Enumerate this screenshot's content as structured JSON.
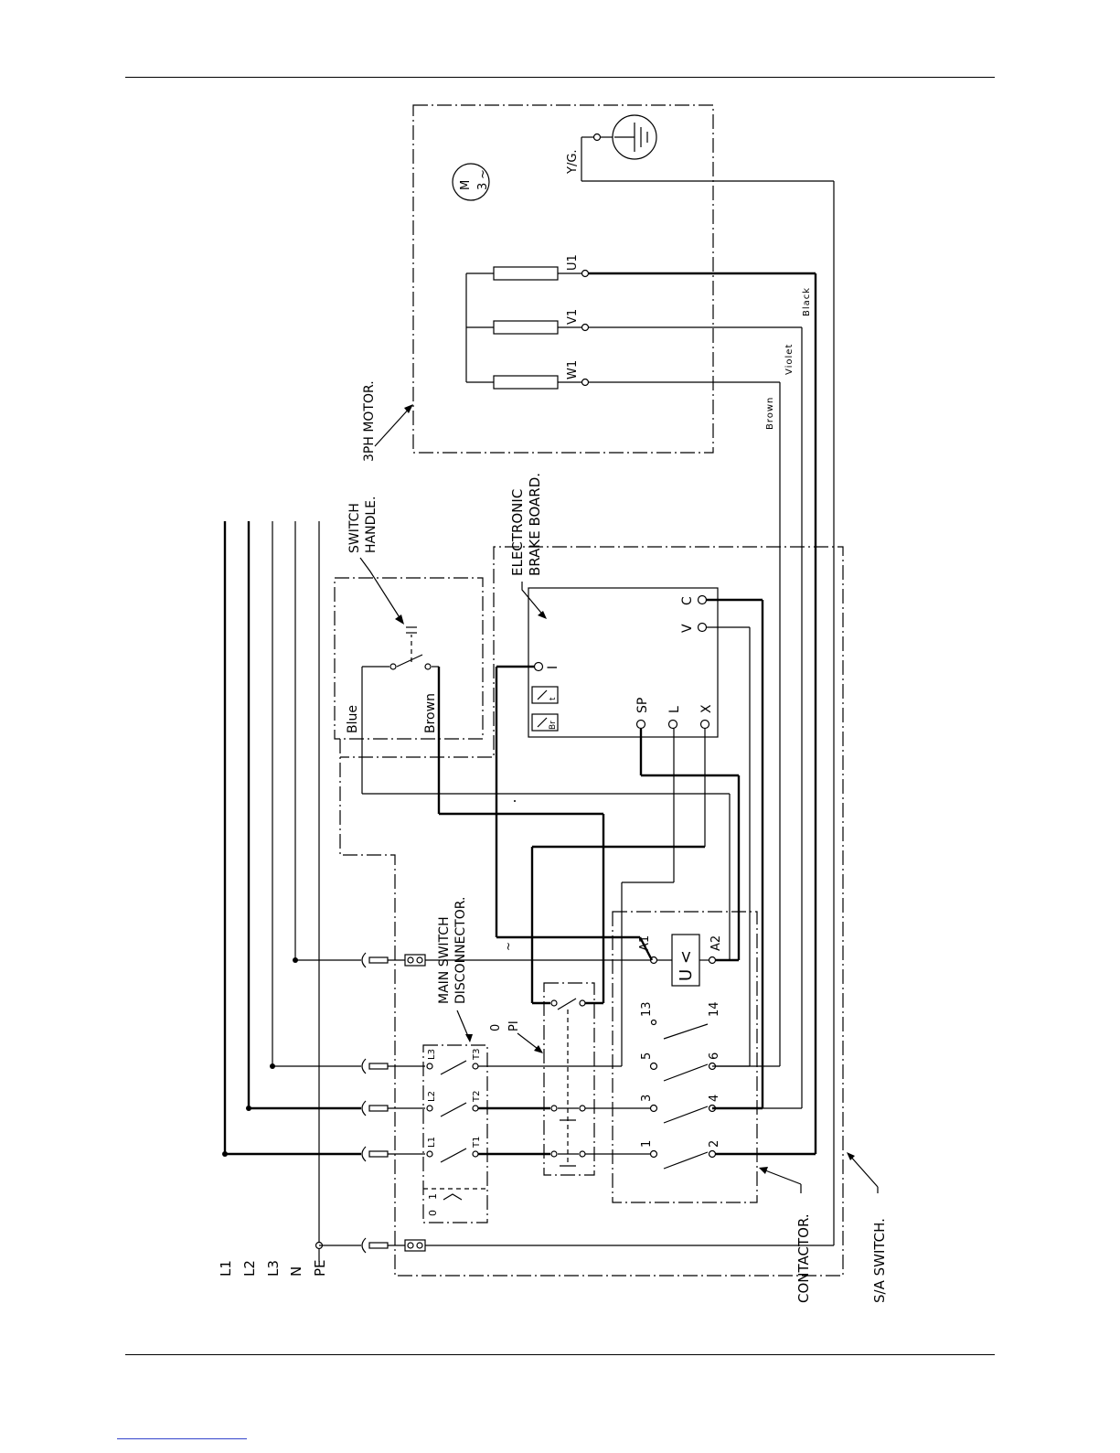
{
  "bus": [
    "L1",
    "L2",
    "L3",
    "N",
    "PE"
  ],
  "motor": {
    "title": "3PH MOTOR.",
    "symbol_m": "M",
    "symbol_3": "3",
    "ground_label": "Y/G.",
    "terminals": [
      "U1",
      "V1",
      "W1"
    ],
    "wire_colors": [
      "Black",
      "Violet",
      "Brown"
    ]
  },
  "switch_handle": {
    "title_line1": "SWITCH",
    "title_line2": "HANDLE.",
    "wires": [
      "Blue",
      "Brown"
    ]
  },
  "brake_board": {
    "title_line1": "ELECTRONIC",
    "title_line2": "BRAKE BOARD.",
    "terminals_top": [
      "C",
      "V"
    ],
    "terminal_i": "I",
    "terminals_bottom": [
      "SP",
      "L",
      "X"
    ],
    "icon_labels": [
      "t",
      "Br"
    ]
  },
  "main_switch": {
    "title_line1": "MAIN SWITCH",
    "title_line2": "DISCONNECTOR.",
    "positions": [
      "0",
      "1"
    ],
    "line_terminals": [
      "L1",
      "L2",
      "L3"
    ],
    "load_terminals": [
      "T1",
      "T2",
      "T3"
    ]
  },
  "pi_switch": {
    "label_top": "0",
    "label": "PI"
  },
  "contactor": {
    "title": "CONTACTOR.",
    "coil_label": "U <",
    "coil_terminals": [
      "A1",
      "A2"
    ],
    "top_contacts": [
      "1",
      "3",
      "5",
      "13"
    ],
    "bottom_contacts": [
      "2",
      "4",
      "6",
      "14"
    ]
  },
  "sa_switch": {
    "title": "S/A SWITCH."
  }
}
